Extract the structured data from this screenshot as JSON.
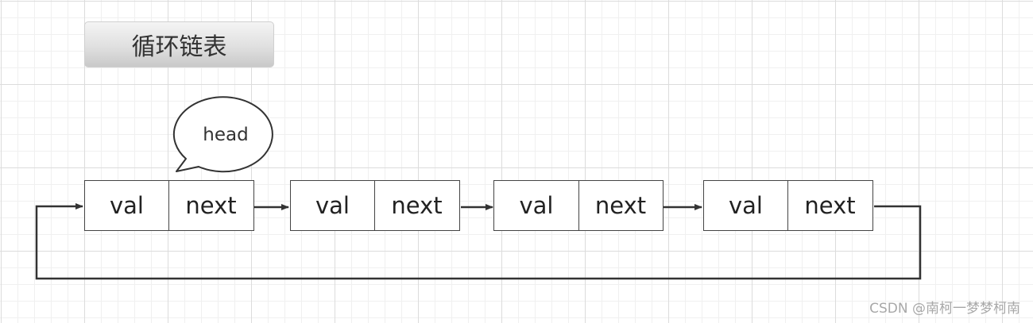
{
  "diagram": {
    "title": "循环链表",
    "head_label": "head",
    "nodes": [
      {
        "val_label": "val",
        "next_label": "next"
      },
      {
        "val_label": "val",
        "next_label": "next"
      },
      {
        "val_label": "val",
        "next_label": "next"
      },
      {
        "val_label": "val",
        "next_label": "next"
      }
    ]
  },
  "watermark": "CSDN @南柯一梦梦柯南",
  "colors": {
    "line": "#333333",
    "node_border": "#444444",
    "text": "#222222",
    "watermark": "#a8a8a8"
  }
}
